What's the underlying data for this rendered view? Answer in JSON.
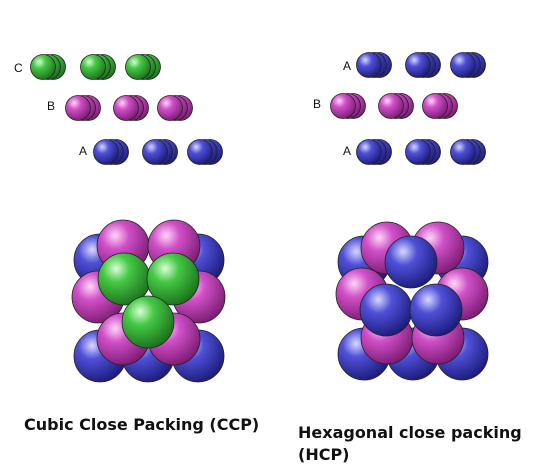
{
  "colors": {
    "layer_a": "#2c2ca8",
    "layer_b": "#b23aa8",
    "layer_c": "#2fa82f",
    "background": "#ffffff",
    "text": "#111111"
  },
  "ccp": {
    "caption": "Cubic Close Packing (CCP)",
    "layers": [
      {
        "label": "C",
        "layer": "c"
      },
      {
        "label": "B",
        "layer": "b"
      },
      {
        "label": "A",
        "layer": "a"
      }
    ]
  },
  "hcp": {
    "caption": "Hexagonal close packing (HCP)",
    "layers": [
      {
        "label": "A",
        "layer": "a"
      },
      {
        "label": "B",
        "layer": "b"
      },
      {
        "label": "A",
        "layer": "a"
      }
    ]
  }
}
